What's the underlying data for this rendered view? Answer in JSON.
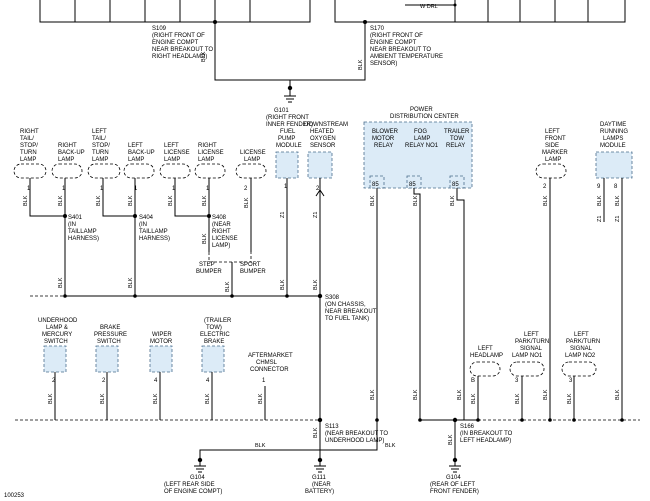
{
  "figure_id": "100253",
  "wire_code_blk": "BLK",
  "wire_code_z1": "Z1",
  "wire_code_wdrl": "W DRL",
  "splices": {
    "s109": {
      "id": "S109",
      "desc": [
        "(RIGHT FRONT OF",
        "ENGINE COMPT",
        "NEAR BREAKOUT TO",
        "RIGHT HEADLAMP)"
      ]
    },
    "s170": {
      "id": "S170",
      "desc": [
        "(RIGHT FRONT OF",
        "ENGINE COMPT",
        "NEAR BREAKOUT TO",
        "AMBIENT TEMPERATURE",
        "SENSOR)"
      ]
    },
    "s401": {
      "id": "S401",
      "desc": [
        "(IN",
        "TAILLAMP",
        "HARNESS)"
      ]
    },
    "s404": {
      "id": "S404",
      "desc": [
        "(IN",
        "TAILLAMP",
        "HARNESS)"
      ]
    },
    "s408": {
      "id": "S408",
      "desc": [
        "(NEAR",
        "RIGHT",
        "LICENSE",
        "LAMP)"
      ]
    },
    "s308": {
      "id": "S308",
      "desc": [
        "(ON CHASSIS,",
        "NEAR BREAKOUT",
        "TO FUEL TANK)"
      ]
    },
    "s113": {
      "id": "S113",
      "desc": [
        "(NEAR BREAKOUT TO",
        "UNDERHOOD LAMP)"
      ]
    },
    "s166": {
      "id": "S166",
      "desc": [
        "(IN BREAKOUT TO",
        "LEFT HEADLAMP)"
      ]
    }
  },
  "grounds": {
    "g101": {
      "id": "G101",
      "desc": [
        "(RIGHT FRONT",
        "INNER FENDER)"
      ]
    },
    "g104a": {
      "id": "G104",
      "desc": [
        "(LEFT REAR SIDE",
        "OF ENGINE COMPT)"
      ]
    },
    "g111": {
      "id": "G111",
      "desc": [
        "(NEAR",
        "BATTERY)"
      ]
    },
    "g104b": {
      "id": "G104",
      "desc": [
        "(REAR OF LEFT",
        "FRONT FENDER)"
      ]
    }
  },
  "pdc": {
    "title": [
      "POWER",
      "DISTRIBUTION CENTER"
    ]
  },
  "components_top": [
    {
      "name": [
        "RIGHT",
        "TAIL/",
        "STOP/",
        "TURN",
        "LAMP"
      ],
      "pin": "1"
    },
    {
      "name": [
        "RIGHT",
        "BACK-UP",
        "LAMP"
      ],
      "pin": "1"
    },
    {
      "name": [
        "LEFT",
        "TAIL/",
        "STOP/",
        "TURN",
        "LAMP"
      ],
      "pin": "1"
    },
    {
      "name": [
        "LEFT",
        "BACK-UP",
        "LAMP"
      ],
      "pin": "1"
    },
    {
      "name": [
        "LEFT",
        "LICENSE",
        "LAMP"
      ],
      "pin": "1"
    },
    {
      "name": [
        "RIGHT",
        "LICENSE",
        "LAMP"
      ],
      "pin": "1"
    },
    {
      "name": [
        "LICENSE",
        "LAMP"
      ],
      "pin": "2"
    },
    {
      "name": [
        "FUEL",
        "PUMP",
        "MODULE"
      ],
      "pin": "1"
    },
    {
      "name": [
        "DOWNSTREAM",
        "HEATED",
        "OXYGEN",
        "SENSOR"
      ],
      "pin": "2"
    },
    {
      "name": [
        "BLOWER",
        "MOTOR",
        "RELAY"
      ],
      "pin": "85"
    },
    {
      "name": [
        "FOG",
        "LAMP",
        "RELAY NO1"
      ],
      "pin": "85"
    },
    {
      "name": [
        "TRAILER",
        "TOW",
        "RELAY"
      ],
      "pin": "85"
    },
    {
      "name": [
        "LEFT",
        "FRONT",
        "SIDE",
        "MARKER",
        "LAMP"
      ],
      "pin": "2"
    },
    {
      "name": [
        "DAYTIME",
        "RUNNING",
        "LAMPS",
        "MODULE"
      ],
      "pin9": "9",
      "pin8": "8"
    }
  ],
  "components_bottom": [
    {
      "name": [
        "UNDERHOOD",
        "LAMP &",
        "MERCURY",
        "SWITCH"
      ],
      "pin": "2"
    },
    {
      "name": [
        "BRAKE",
        "PRESSURE",
        "SWITCH"
      ],
      "pin": "2"
    },
    {
      "name": [
        "WIPER",
        "MOTOR"
      ],
      "pin": "4"
    },
    {
      "name": [
        "(TRAILER",
        "TOW)",
        "ELECTRIC",
        "BRAKE"
      ],
      "pin": "4"
    },
    {
      "name": [
        "AFTERMARKET",
        "CHMSL",
        "CONNECTOR"
      ],
      "pin": "1"
    },
    {
      "name": [
        "LEFT",
        "HEADLAMP"
      ],
      "pin": "B"
    },
    {
      "name": [
        "LEFT",
        "PARK/TURN",
        "SIGNAL",
        "LAMP NO1"
      ],
      "pin": "3"
    },
    {
      "name": [
        "LEFT",
        "PARK/TURN",
        "SIGNAL",
        "LAMP NO2"
      ],
      "pin": "3"
    }
  ],
  "bumpers": {
    "step": [
      "STEP",
      "BUMPER"
    ],
    "sport": [
      "SPORT",
      "BUMPER"
    ]
  }
}
